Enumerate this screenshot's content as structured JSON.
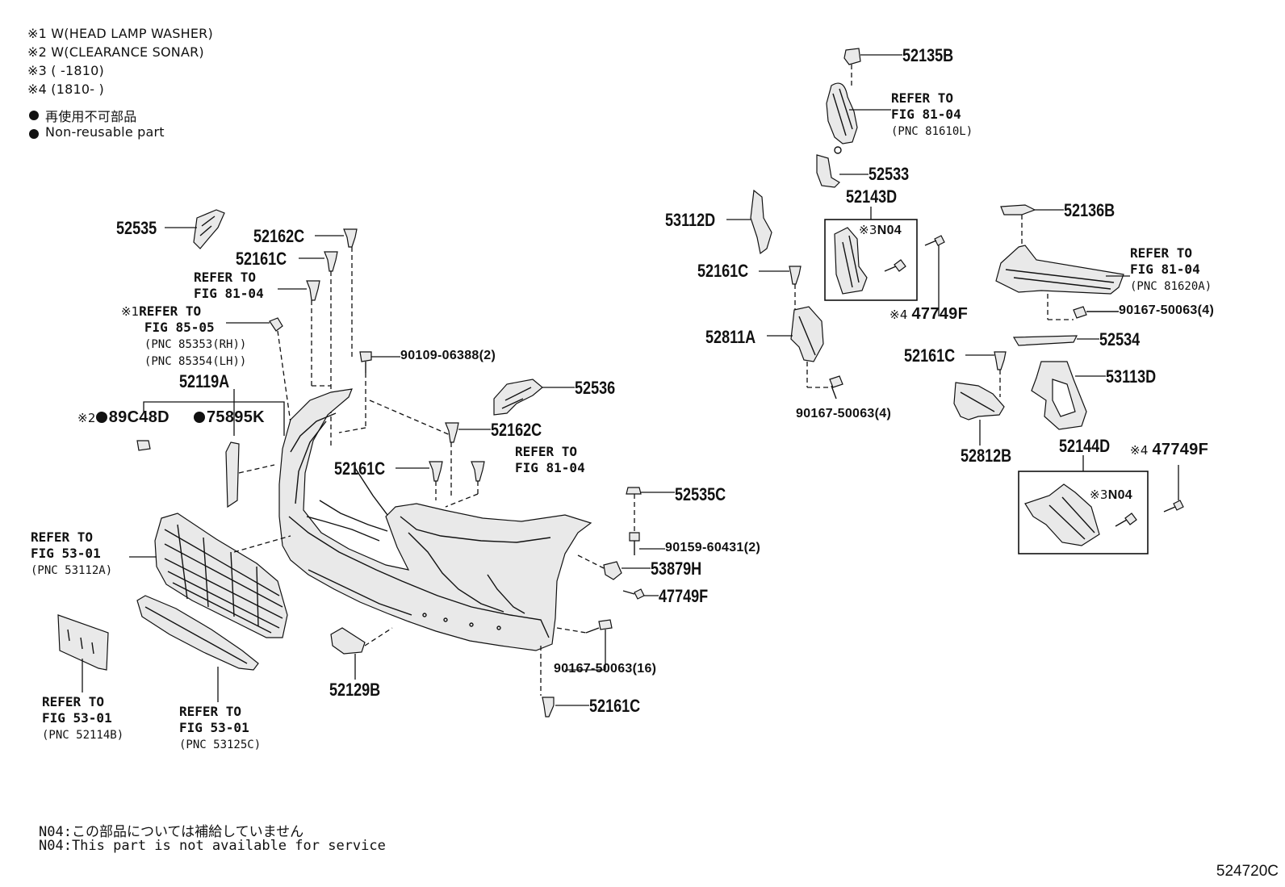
{
  "notes": {
    "n1": "※1 W(HEAD LAMP WASHER)",
    "n2": "※2 W(CLEARANCE SONAR)",
    "n3": "※3 (      -1810)",
    "n4": "※4 (1810-      )",
    "nonreuse_jp": "再使用不可部品",
    "nonreuse_en": "Non-reusable part"
  },
  "footer": {
    "jp": "N04:この部品については補給していません",
    "en": "N04:This part is not available for service"
  },
  "figure_code": "524720C",
  "parts": {
    "p52135B": "52135B",
    "p52533": "52533",
    "p52143D": "52143D",
    "p53112D": "53112D",
    "p52161C_r1": "52161C",
    "p52811A": "52811A",
    "p47749F_r1": "47749F",
    "p90167_r1": "90167-50063(4)",
    "p52136B": "52136B",
    "p90167_r2": "90167-50063(4)",
    "p52534": "52534",
    "p52161C_r2": "52161C",
    "p53113D": "53113D",
    "p52812B": "52812B",
    "p52144D": "52144D",
    "p47749F_r2": "47749F",
    "pN04_1": "N04",
    "pN04_2": "N04",
    "p52535": "52535",
    "p52162C_1": "52162C",
    "p52161C_1": "52161C",
    "p90109": "90109-06388(2)",
    "p52119A": "52119A",
    "p89C48D": "89C48D",
    "p75895K": "75895K",
    "p52536": "52536",
    "p52162C_2": "52162C",
    "p52161C_2": "52161C",
    "p52535C": "52535C",
    "p90159": "90159-60431(2)",
    "p53879H": "53879H",
    "p47749F_3": "47749F",
    "p90167_16": "90167-50063(16)",
    "p52161C_3": "52161C",
    "p52129B": "52129B"
  },
  "marks": {
    "m1": "※1",
    "m2": "※2",
    "m3a": "※3",
    "m3b": "※3",
    "m4a": "※4",
    "m4b": "※4"
  },
  "refs": {
    "r_81610L": {
      "l1": "REFER TO",
      "l2": "FIG 81-04",
      "l3": "(PNC 81610L)"
    },
    "r_81620A": {
      "l1": "REFER TO",
      "l2": "FIG 81-04",
      "l3": "(PNC 81620A)"
    },
    "r_81_04_a": {
      "l1": "REFER TO",
      "l2": "FIG 81-04"
    },
    "r_85_05": {
      "l1": "REFER TO",
      "l2": "FIG 85-05",
      "l3": "(PNC 85353(RH))",
      "l4": "(PNC 85354(LH))"
    },
    "r_81_04_b": {
      "l1": "REFER TO",
      "l2": "FIG 81-04"
    },
    "r_53112A": {
      "l1": "REFER TO",
      "l2": "FIG 53-01",
      "l3": "(PNC 53112A)"
    },
    "r_52114B": {
      "l1": "REFER TO",
      "l2": "FIG 53-01",
      "l3": "(PNC 52114B)"
    },
    "r_53125C": {
      "l1": "REFER TO",
      "l2": "FIG 53-01",
      "l3": "(PNC 53125C)"
    }
  }
}
